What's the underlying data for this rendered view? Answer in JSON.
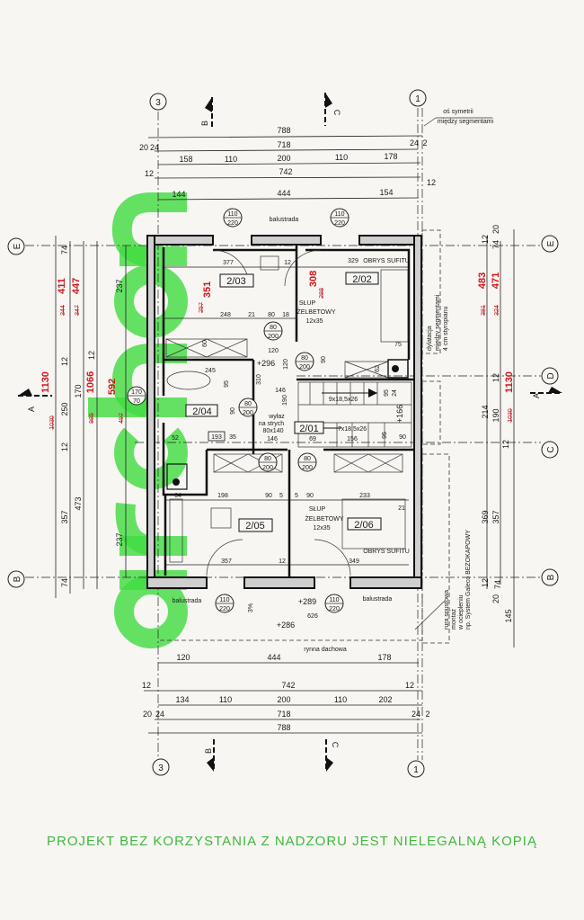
{
  "watermark": {
    "logo": "archon",
    "text": "PROJEKT BEZ KORZYSTANIA Z NADZORU JEST NIELEGALNĄ KOPIĄ",
    "color": "#3fdc3f"
  },
  "colors": {
    "annotation_red": "#d3141c",
    "line": "#1a1a1a"
  },
  "axes": {
    "col_left": "3",
    "col_right": "1",
    "row_e": "E",
    "row_d": "D",
    "row_c": "C",
    "row_b": "B",
    "section_b": "B",
    "section_c": "C",
    "section_a": "A"
  },
  "top_dims": {
    "overall": "788",
    "d20": "20",
    "d24a": "24",
    "inner": "718",
    "d24b": "24",
    "d2": "2",
    "seg": [
      "158",
      "110",
      "200",
      "110",
      "178"
    ],
    "d12a": "12",
    "wall": "742",
    "d12b": "12",
    "bal": [
      "144",
      "444",
      "154"
    ]
  },
  "bottom_dims": {
    "bal": [
      "120",
      "444",
      "178"
    ],
    "d12a": "12",
    "wall": "742",
    "d12b": "12",
    "seg": [
      "134",
      "110",
      "200",
      "110",
      "202"
    ],
    "d20": "20",
    "d24a": "24",
    "inner": "718",
    "d24b": "24",
    "d2": "2",
    "overall": "788"
  },
  "left_dims": {
    "d74a": "74",
    "d12a": "12",
    "d237a": "237",
    "d250": "250",
    "d170": "170",
    "d12b": "12",
    "d12c": "12",
    "d357": "357",
    "d473": "473",
    "d237b": "237",
    "d74b": "74"
  },
  "right_dims": {
    "d12a": "12",
    "d74a": "74",
    "d20a": "20",
    "d214": "214",
    "d190": "190",
    "d12b": "12",
    "d12c": "12",
    "d369": "369",
    "d357": "357",
    "d12d": "12",
    "d74b": "74",
    "d20b": "20",
    "d145": "145"
  },
  "red_notes": {
    "left_411": "411",
    "left_447": "447",
    "left_1130": "1130",
    "left_1066": "1066",
    "left_592": "592",
    "room_351": "351",
    "room_308": "308",
    "right_483": "483",
    "right_471": "471",
    "right_1130": "1130"
  },
  "crossed_notes": {
    "l344": "344",
    "l347": "347",
    "l1030": "1030",
    "l985": "985",
    "l497": "497",
    "r_381": "381",
    "r_324": "324",
    "r_1030": "1030",
    "room_257": "257",
    "room_288": "288"
  },
  "rooms": [
    "2/03",
    "2/02",
    "2/04",
    "2/01",
    "2/05",
    "2/06"
  ],
  "doors": {
    "bal_top_left": [
      "110",
      "220"
    ],
    "bal_top_right": [
      "110",
      "220"
    ],
    "bal_bot_left": [
      "110",
      "220"
    ],
    "bal_bot_right": [
      "110",
      "220"
    ],
    "d203": [
      "80",
      "200"
    ],
    "d202": [
      "80",
      "200"
    ],
    "d204": [
      "80",
      "200"
    ],
    "d205": [
      "80",
      "200"
    ],
    "d206": [
      "80",
      "200"
    ],
    "win204": [
      "170",
      "70"
    ]
  },
  "notes": {
    "balustrada": "balustrada",
    "obrys_sufitu": "OBRYS SUFITU",
    "slup1": "SŁUP",
    "slup2": "ŻELBETOWY",
    "slup3": "12x35",
    "os1": "oś symetrii",
    "os2": "między segmentami",
    "dyl1": "dylatacja",
    "dyl2": "między segmentami",
    "dyl3": "4 cm styropianu",
    "rura1": "rura spustowa",
    "rura2": "montaż",
    "rura3": "w ociepleniu",
    "rura4": "np. System Galeco BEZOKAPOWY",
    "rynna": "rynna dachowa",
    "wylaz1": "wyłaz",
    "wylaz2": "na strych",
    "wylaz3": "80x140",
    "stairs1": "9x18,5x26",
    "stairs2": "7x18,5x26",
    "lvl296": "+296",
    "lvl289": "+289",
    "lvl286": "+286",
    "lvl166": "+166",
    "slope": "3%"
  },
  "inner_dims": {
    "a377": "377",
    "a12": "12",
    "a329": "329",
    "a248": "248",
    "a21": "21",
    "a80": "80",
    "a18": "18",
    "a60": "60",
    "a75": "75",
    "a62": "62",
    "a120a": "120",
    "a120b": "120",
    "a90a": "90",
    "a310": "310",
    "a146a": "146",
    "a245": "245",
    "a95a": "95",
    "a95b": "95",
    "a24": "24",
    "a90b": "90",
    "a190": "190",
    "a146b": "146",
    "a69": "69",
    "a156": "156",
    "a95c": "95",
    "a90c": "90",
    "a52": "52",
    "a193": "193",
    "a35": "35",
    "a64": "64",
    "a198": "198",
    "a90d": "90",
    "a5a": "5",
    "a5b": "5",
    "a90e": "90",
    "a233": "233",
    "a21b": "21",
    "a357": "357",
    "a12b": "12",
    "a349": "349",
    "a626": "626"
  }
}
